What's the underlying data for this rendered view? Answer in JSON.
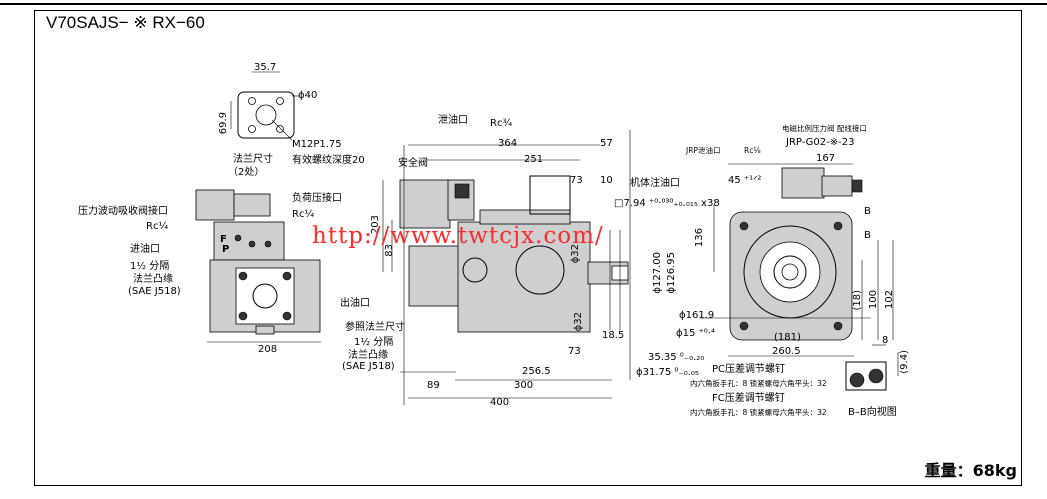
{
  "header": {
    "title": "V70SAJS− ※ RX−60"
  },
  "footer": {
    "weight": "重量：68kg"
  },
  "watermark": "http://www.twtcjx.com/",
  "labels": {
    "flange_35_7": "35.7",
    "flange_phi40": "ϕ40",
    "flange_69_9": "69.9",
    "flange_m12": "M12P1.75",
    "flange_size": "法兰尺寸",
    "flange_thread": "有效螺纹深度20",
    "flange_two": "（2处）",
    "pulsation_valve": "压力波动吸收阀接口",
    "pulsation_rc": "Rc¼",
    "safety_valve": "安全阀",
    "unload_port": "负荷压接口",
    "unload_rc": "Rc¼",
    "inlet_port": "进油口",
    "inlet_split": "1½ 分隔",
    "inlet_flange": "法兰凸缘",
    "inlet_sae": "(SAE J518)",
    "outlet_port": "出油口",
    "ref_flange": "参照法兰尺寸",
    "ref_split": "1½ 分隔",
    "ref_flange2": "法兰凸缘",
    "ref_sae": "(SAE J518)",
    "drain_port": "泄油口",
    "drain_rc": "Rc¾",
    "fill_port": "机体注油口",
    "key_dim": "□7.94 ⁺⁰·⁰³⁰₊₀.₀₁₅ x38",
    "jrp_drain": "JRP泄油口",
    "jrp_rc": "Rc⅛",
    "valve_conn": "电磁比例压力阀 配线接口",
    "jrp_code": "JRP-G02-※-23",
    "pc_screw": "PC压差调节螺钉",
    "pc_spec": "内六角扳手孔：8 锁紧螺母六角平头：32",
    "fc_screw": "FC压差调节螺钉",
    "fc_spec": "内六角扳手孔：8 锁紧螺母六角平头：32",
    "bb_view": "B–B向视图",
    "letter_b1": "B",
    "letter_b2": "B",
    "letter_f": "F",
    "letter_p": "P"
  },
  "dims": {
    "d208": "208",
    "d364": "364",
    "d57": "57",
    "d251": "251",
    "d73a": "73",
    "d10": "10",
    "d203": "203",
    "d83": "83",
    "d32a": "ϕ32",
    "d127": "ϕ127.00",
    "d12695": "ϕ126.95",
    "d32b": "ϕ32",
    "d73b": "73",
    "d185": "18.5",
    "d2565": "256.5",
    "d89": "89",
    "d300": "300",
    "d400": "400",
    "d3535": "35.35 ⁰₋₀.₂₀",
    "d3175": "ϕ31.75 ⁰₋₀.₀₅",
    "d167": "167",
    "d45": "45 ⁺¹ᐟ²",
    "d136": "136",
    "d1619": "ϕ161.9",
    "d15": "ϕ15 ⁺⁰·⁴",
    "d181": "(181)",
    "d2605": "260.5",
    "d18": "(18)",
    "d100": "100",
    "d102": "102",
    "d8": "8",
    "d94": "(9.4)"
  }
}
